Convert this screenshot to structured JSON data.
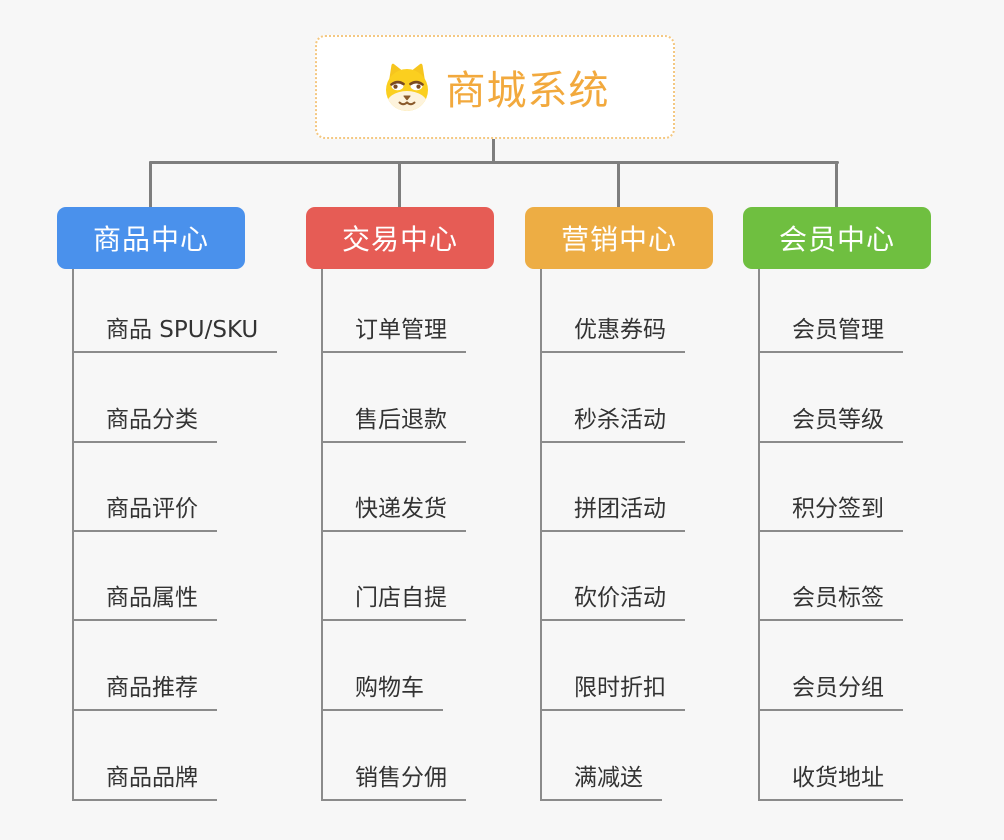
{
  "root": {
    "title": "商城系统",
    "icon": "dog-face-icon",
    "accent_color": "#F2A93D",
    "border_color": "#F4C882"
  },
  "colors": {
    "background": "#F7F7F7",
    "connector": "#7E7E7E",
    "underline": "#8B8B8B",
    "item_text": "#333333"
  },
  "branches": [
    {
      "label": "商品中心",
      "color": "#4A91EC",
      "items": [
        "商品 SPU/SKU",
        "商品分类",
        "商品评价",
        "商品属性",
        "商品推荐",
        "商品品牌"
      ]
    },
    {
      "label": "交易中心",
      "color": "#E65C55",
      "items": [
        "订单管理",
        "售后退款",
        "快递发货",
        "门店自提",
        "购物车",
        "销售分佣"
      ]
    },
    {
      "label": "营销中心",
      "color": "#EDAD44",
      "items": [
        "优惠券码",
        "秒杀活动",
        "拼团活动",
        "砍价活动",
        "限时折扣",
        "满减送"
      ]
    },
    {
      "label": "会员中心",
      "color": "#6FBF40",
      "items": [
        "会员管理",
        "会员等级",
        "积分签到",
        "会员标签",
        "会员分组",
        "收货地址"
      ]
    }
  ]
}
